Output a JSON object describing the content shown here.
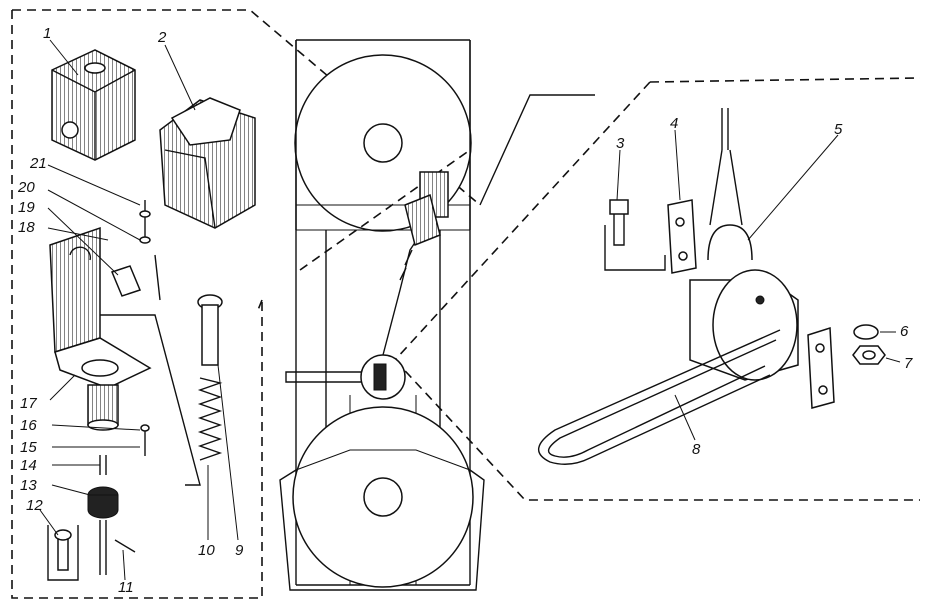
{
  "labels": {
    "l1": "1",
    "l2": "2",
    "l3": "3",
    "l4": "4",
    "l5": "5",
    "l6": "6",
    "l7": "7",
    "l8": "8",
    "l9": "9",
    "l10": "10",
    "l11": "11",
    "l12": "12",
    "l13": "13",
    "l14": "14",
    "l15": "15",
    "l16": "16",
    "l17": "17",
    "l18": "18",
    "l19": "19",
    "l20": "20",
    "l21": "21"
  },
  "colors": {
    "ink": "#111111",
    "paper": "#ffffff"
  }
}
